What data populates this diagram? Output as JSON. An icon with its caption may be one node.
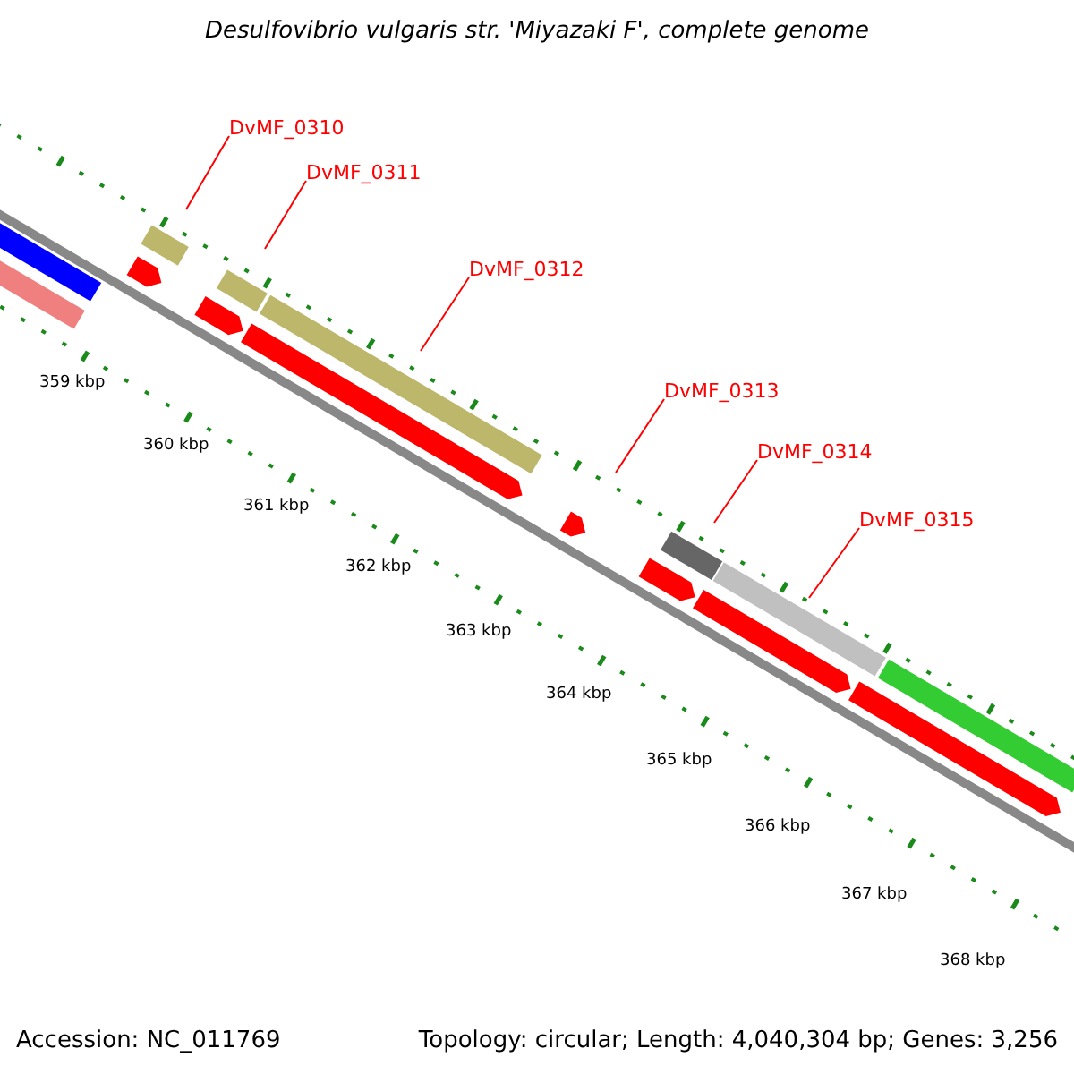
{
  "diagram": {
    "title": "Desulfovibrio vulgaris str. 'Miyazaki F', complete genome",
    "nodes": [
      {
        "text": [
          "DvMF_0310"
        ]
      },
      {
        "text": [
          "DvMF_0311"
        ]
      },
      {
        "text": [
          "DvMF_0312"
        ]
      },
      {
        "text": [
          "DvMF_0313"
        ]
      },
      {
        "text": [
          "DvMF_0314"
        ]
      },
      {
        "text": [
          "DvMF_0315"
        ]
      }
    ],
    "edges": [
      {
        "from": 0,
        "to": null,
        "arrow": "none"
      },
      {
        "from": 1,
        "to": null,
        "arrow": "none"
      },
      {
        "from": 2,
        "to": null,
        "arrow": "none"
      },
      {
        "from": 3,
        "to": null,
        "arrow": "none"
      },
      {
        "from": 4,
        "to": null,
        "arrow": "none"
      },
      {
        "from": 5,
        "to": null,
        "arrow": "none"
      }
    ],
    "labels": [
      "359 kbp",
      "360 kbp",
      "361 kbp",
      "362 kbp",
      "363 kbp",
      "364 kbp",
      "365 kbp",
      "366 kbp",
      "367 kbp",
      "368 kbp",
      "Accession: NC_011769",
      "Topology: circular; Length: 4,040,304 bp; Genes: 3,256"
    ]
  }
}
